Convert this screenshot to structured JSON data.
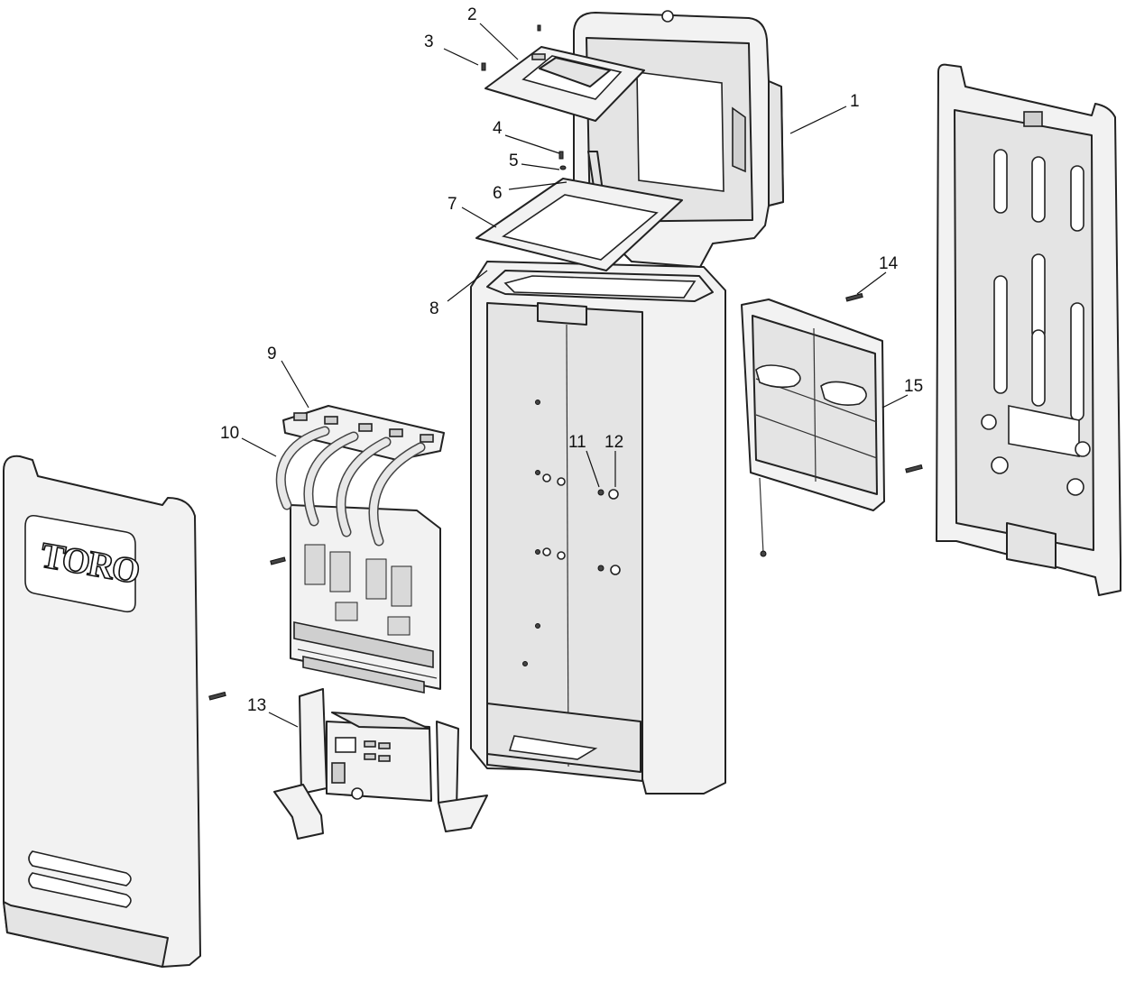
{
  "diagram": {
    "brand_logo": "TORO",
    "callouts": [
      {
        "id": "1",
        "label": "1"
      },
      {
        "id": "2",
        "label": "2"
      },
      {
        "id": "3",
        "label": "3"
      },
      {
        "id": "4",
        "label": "4"
      },
      {
        "id": "5",
        "label": "5"
      },
      {
        "id": "6",
        "label": "6"
      },
      {
        "id": "7",
        "label": "7"
      },
      {
        "id": "8",
        "label": "8"
      },
      {
        "id": "9",
        "label": "9"
      },
      {
        "id": "10",
        "label": "10"
      },
      {
        "id": "11",
        "label": "11"
      },
      {
        "id": "12",
        "label": "12"
      },
      {
        "id": "13",
        "label": "13"
      },
      {
        "id": "14",
        "label": "14"
      },
      {
        "id": "15",
        "label": "15"
      }
    ]
  }
}
